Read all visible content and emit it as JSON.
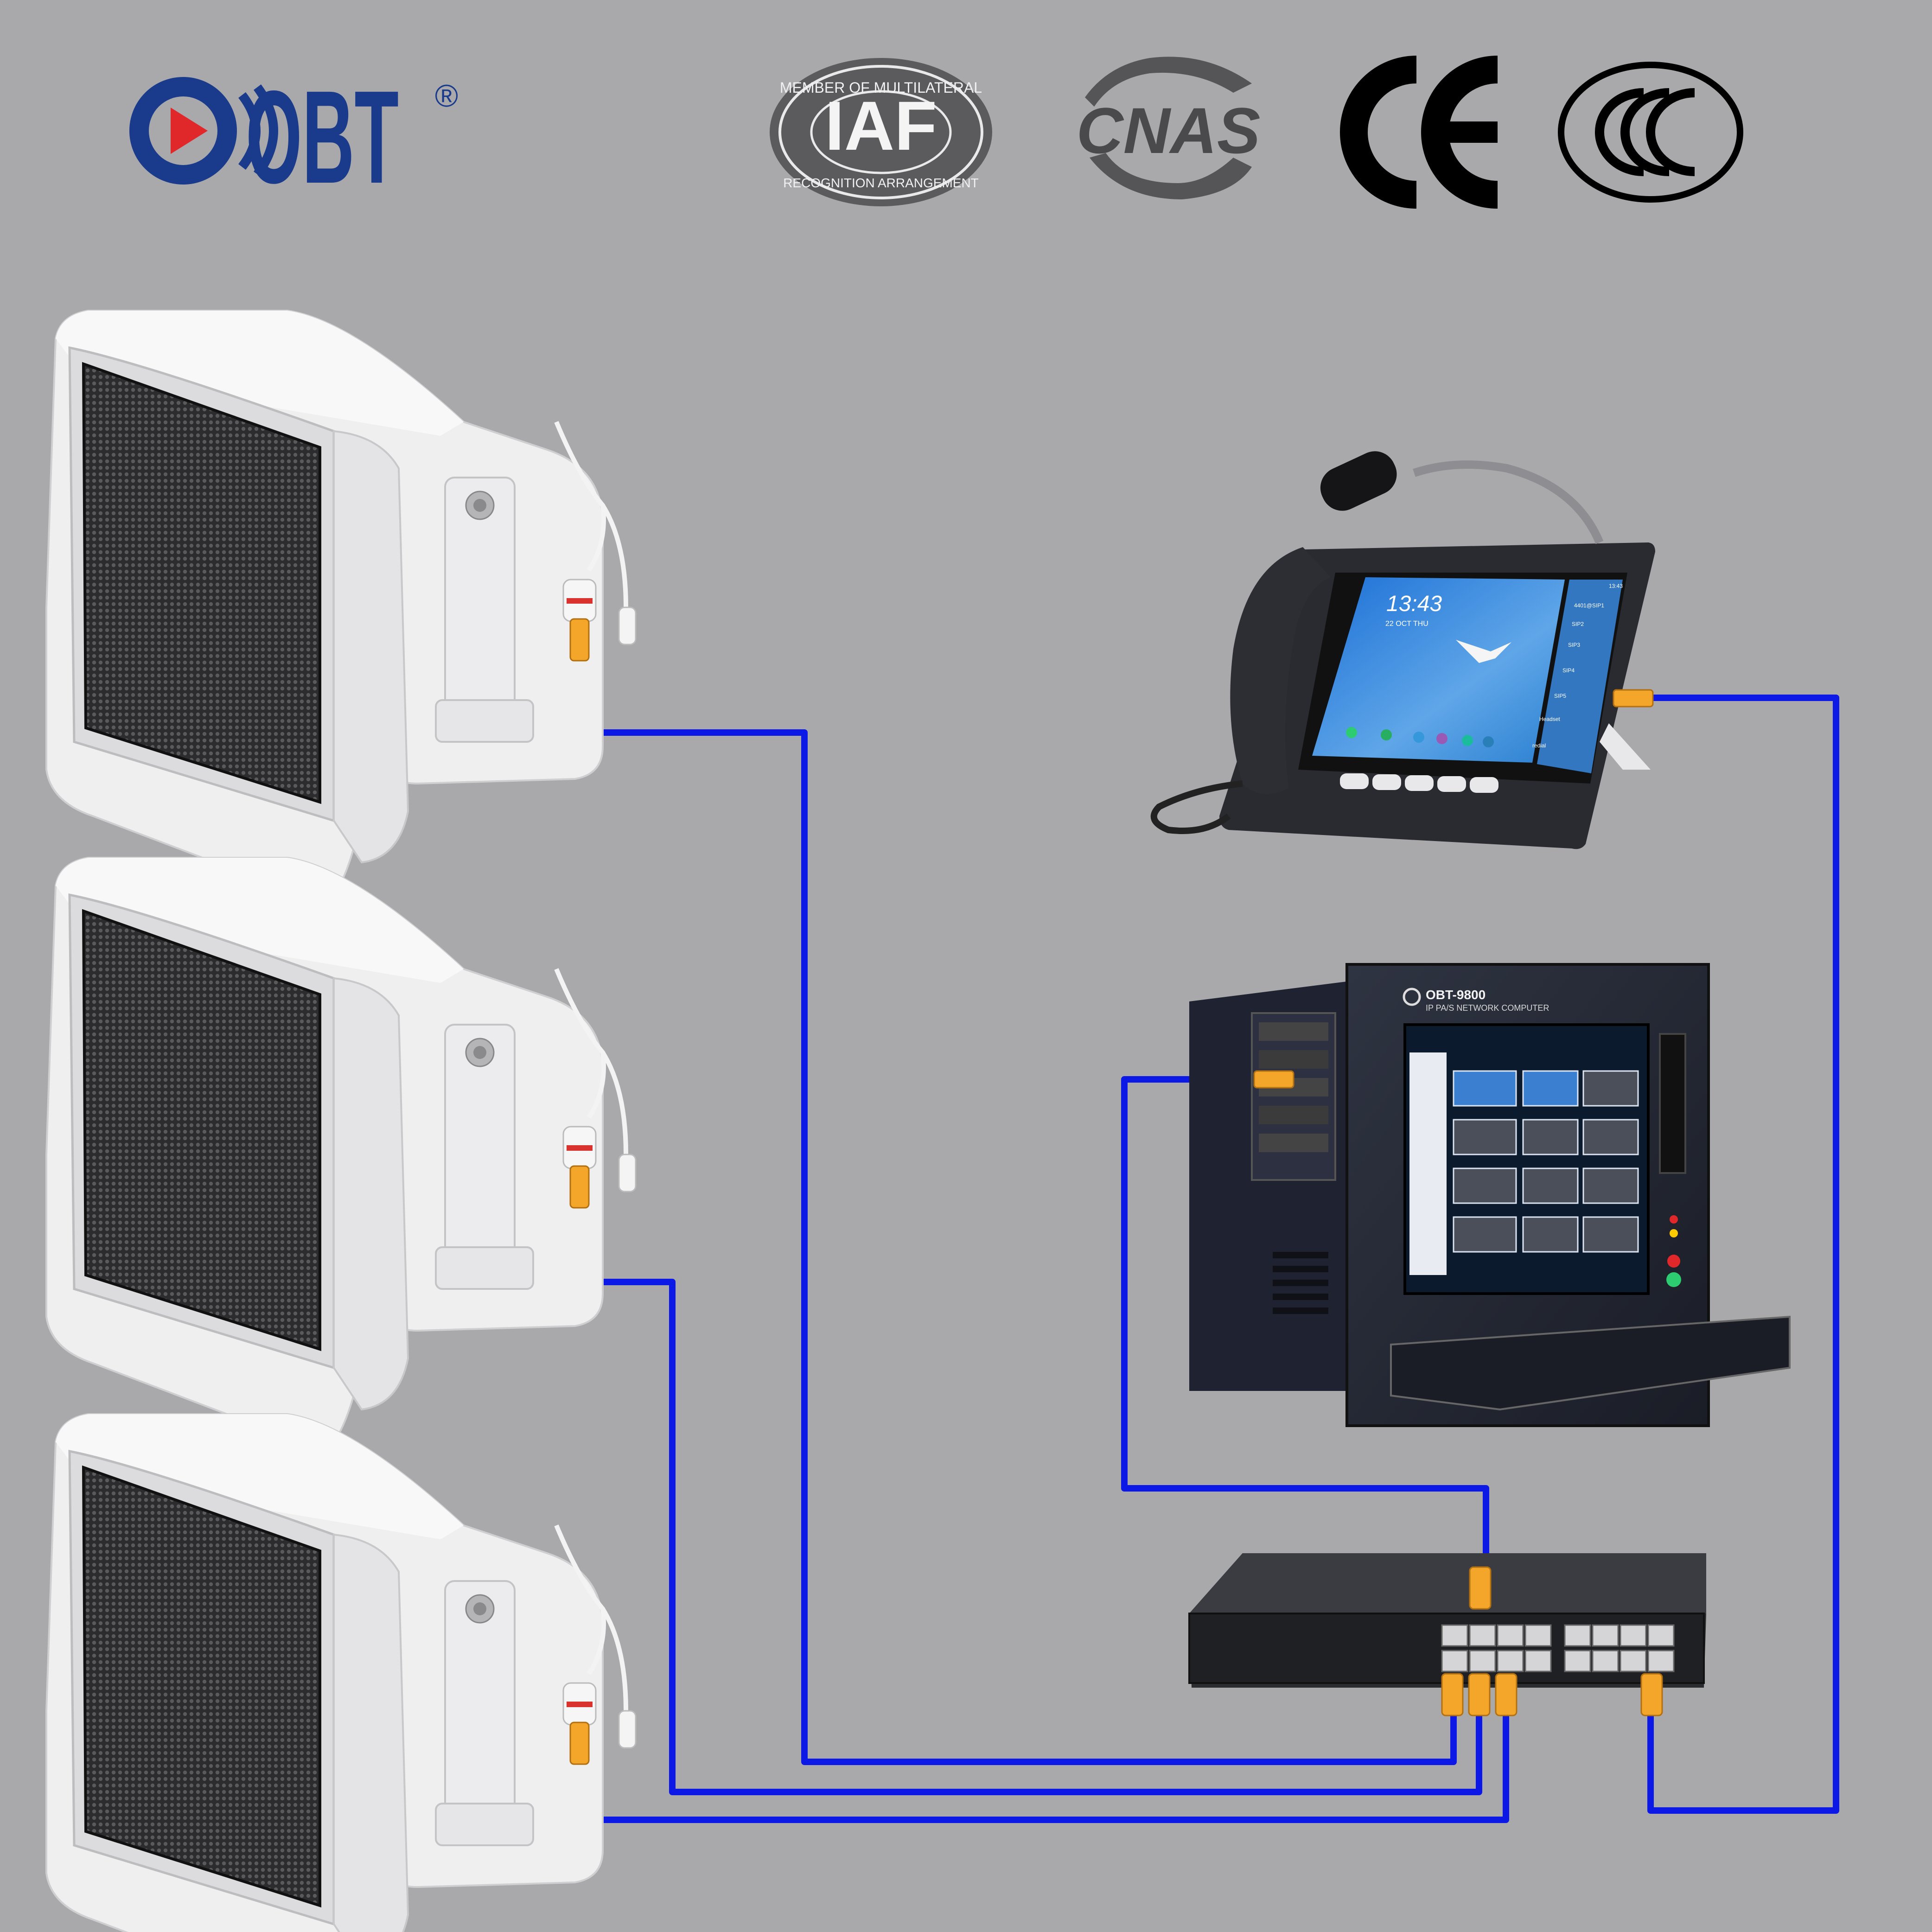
{
  "brand": {
    "logo": "OBT",
    "registered": "®",
    "color": "#1a3a8c",
    "play_color": "#e0272a"
  },
  "certifications": [
    {
      "name": "iaf-seal",
      "text": "IAF",
      "ring_top": "MEMBER OF MULTILATERAL",
      "ring_bottom": "RECOGNITION ARRANGEMENT"
    },
    {
      "name": "cnas-mark",
      "text": "CNAS"
    },
    {
      "name": "ce-mark",
      "text": "CE"
    },
    {
      "name": "ccc-mark",
      "text": "CCC"
    }
  ],
  "phone": {
    "time": "13:43",
    "date": "22 OCT THU",
    "status_time": "13:43",
    "lines": [
      "4401@SIP1",
      "SIP2",
      "SIP3",
      "SIP4",
      "SIP5"
    ],
    "headset": "Headset",
    "redial": "redial"
  },
  "server": {
    "model": "OBT-9800",
    "subtitle": "IP PA/S NETWORK COMPUTER"
  },
  "colors": {
    "cable": "#0b18e6",
    "connector": "#f4a62a",
    "speaker": "#f0f0f0"
  }
}
